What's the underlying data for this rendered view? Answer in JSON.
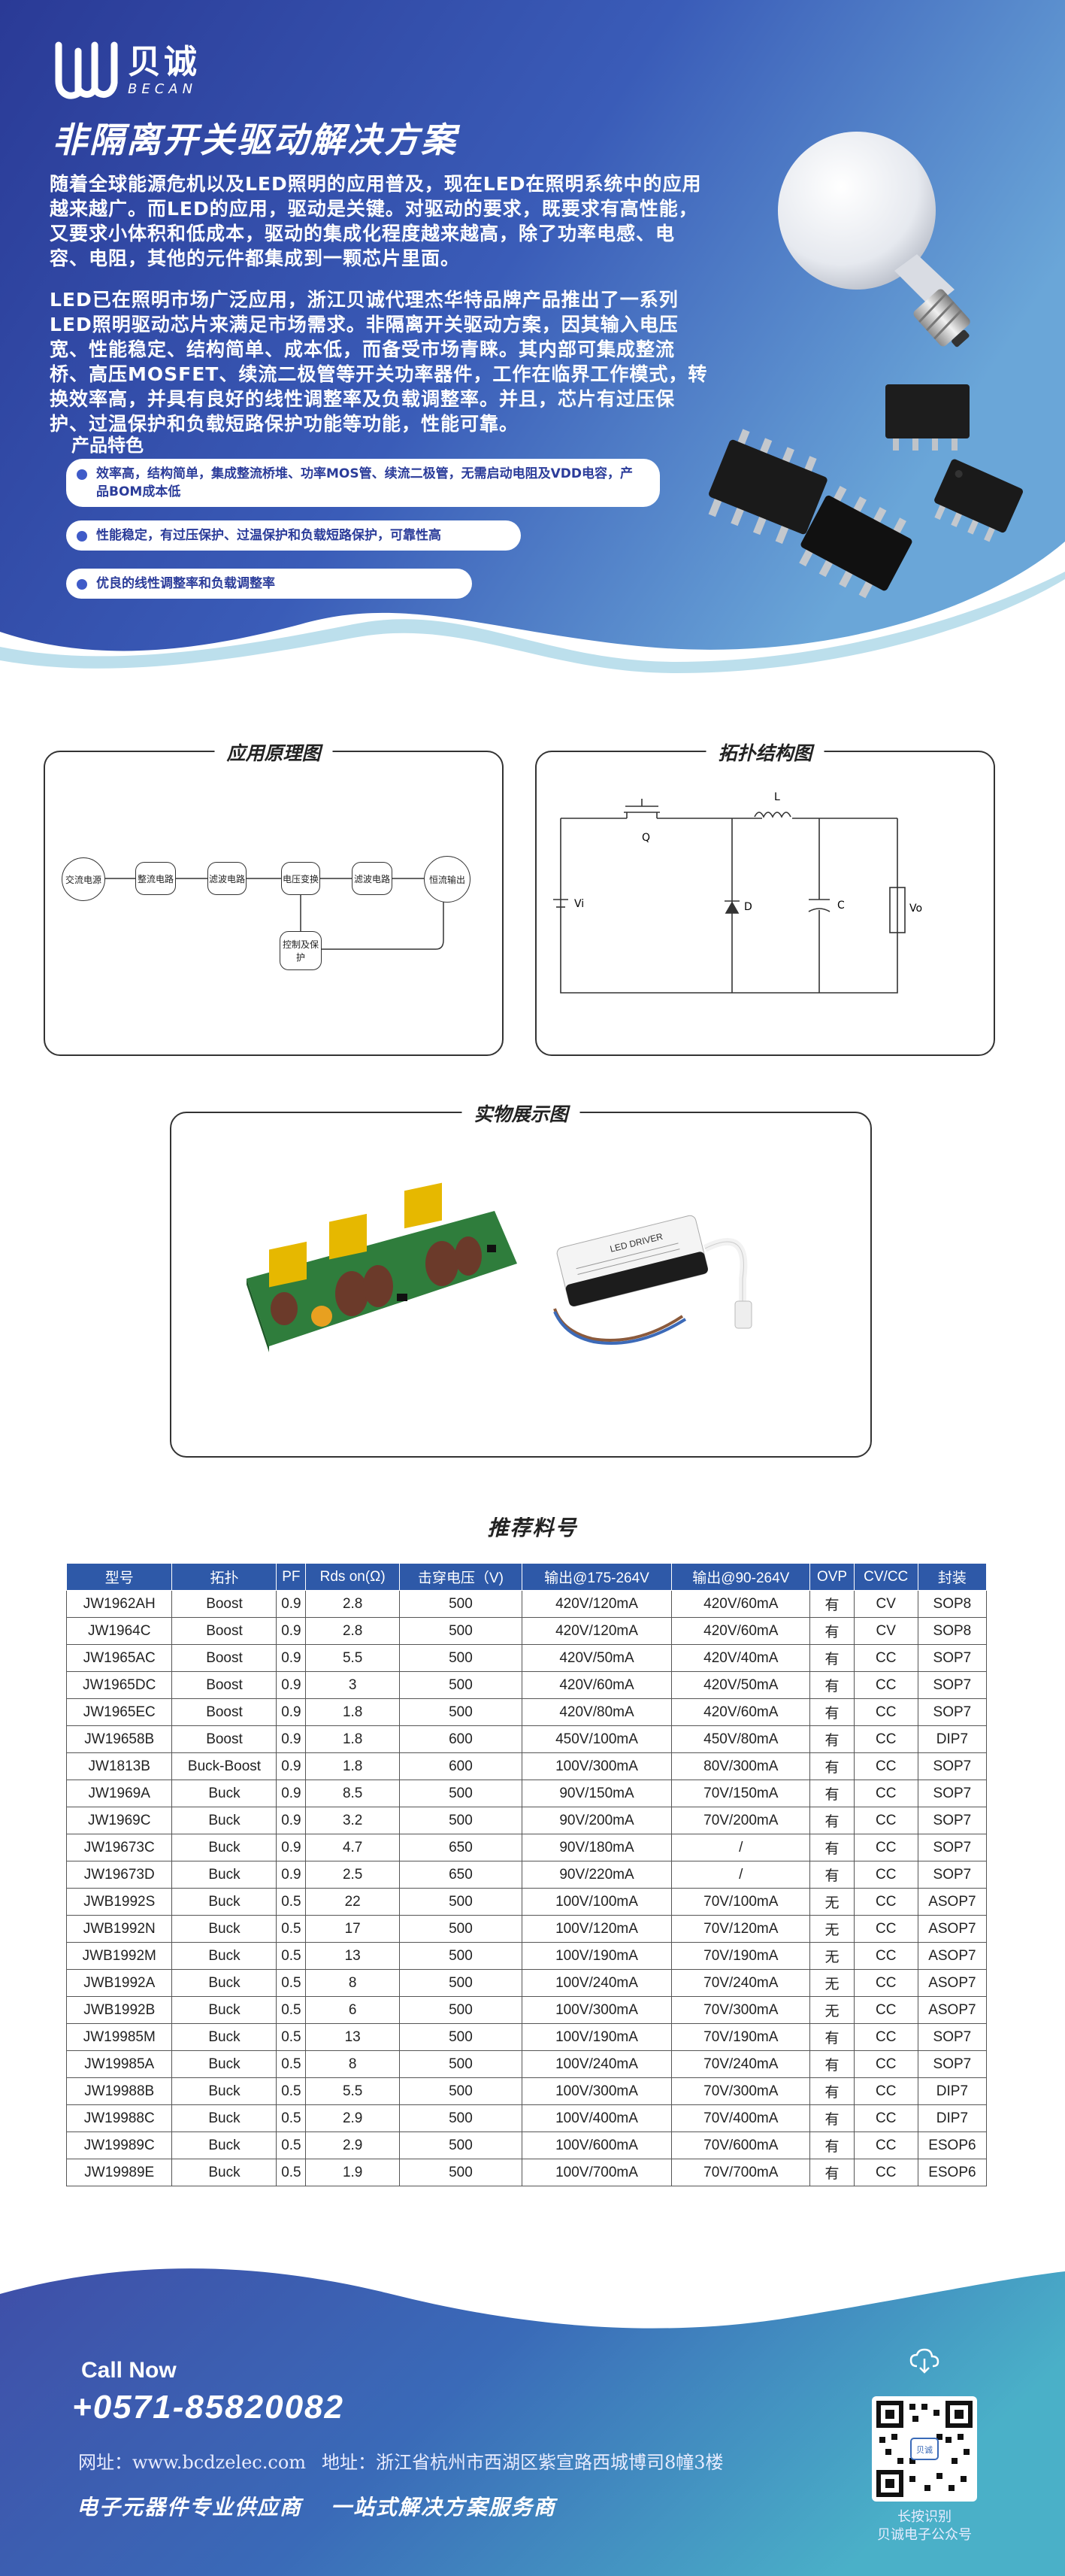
{
  "brand": {
    "name_cn": "贝诚",
    "name_en": "BECAN"
  },
  "hero": {
    "title": "非隔离开关驱动解决方案",
    "para1": "随着全球能源危机以及LED照明的应用普及，现在LED在照明系统中的应用越来越广。而LED的应用，驱动是关键。对驱动的要求，既要求有高性能，又要求小体积和低成本，驱动的集成化程度越来越高，除了功率电感、电容、电阻，其他的元件都集成到一颗芯片里面。",
    "para2": "LED已在照明市场广泛应用，浙江贝诚代理杰华特品牌产品推出了一系列LED照明驱动芯片来满足市场需求。非隔离开关驱动方案，因其输入电压宽、性能稳定、结构简单、成本低，而备受市场青睐。其内部可集成整流桥、高压MOSFET、续流二极管等开关功率器件，工作在临界工作模式，转换效率高，并具有良好的线性调整率及负载调整率。并且，芯片有过压保护、过温保护和负载短路保护功能等功能，性能可靠。",
    "features_title": "产品特色",
    "features": [
      "效率高，结构简单，集成整流桥堆、功率MOS管、续流二极管，无需启动电阻及VDD电容，产品BOM成本低",
      "性能稳定，有过压保护、过温保护和负载短路保护，可靠性高",
      "优良的线性调整率和负载调整率"
    ]
  },
  "diagram1": {
    "title": "应用原理图",
    "nodes": [
      "交流电源",
      "整流电路",
      "滤波电路",
      "电压变换",
      "滤波电路",
      "恒流输出",
      "控制及保护"
    ]
  },
  "diagram2": {
    "title": "拓扑结构图",
    "labels": {
      "q": "Q",
      "l": "L",
      "vi": "Vi",
      "d": "D",
      "c": "C",
      "vo": "Vo"
    }
  },
  "showcase": {
    "title": "实物展示图",
    "driver_label": "LED DRIVER"
  },
  "table": {
    "title": "推荐料号",
    "headers": [
      "型号",
      "拓扑",
      "PF",
      "Rds on(Ω)",
      "击穿电压（V)",
      "输出@175-264V",
      "输出@90-264V",
      "OVP",
      "CV/CC",
      "封装"
    ],
    "rows": [
      [
        "JW1962AH",
        "Boost",
        "0.9",
        "2.8",
        "500",
        "420V/120mA",
        "420V/60mA",
        "有",
        "CV",
        "SOP8"
      ],
      [
        "JW1964C",
        "Boost",
        "0.9",
        "2.8",
        "500",
        "420V/120mA",
        "420V/60mA",
        "有",
        "CV",
        "SOP8"
      ],
      [
        "JW1965AC",
        "Boost",
        "0.9",
        "5.5",
        "500",
        "420V/50mA",
        "420V/40mA",
        "有",
        "CC",
        "SOP7"
      ],
      [
        "JW1965DC",
        "Boost",
        "0.9",
        "3",
        "500",
        "420V/60mA",
        "420V/50mA",
        "有",
        "CC",
        "SOP7"
      ],
      [
        "JW1965EC",
        "Boost",
        "0.9",
        "1.8",
        "500",
        "420V/80mA",
        "420V/60mA",
        "有",
        "CC",
        "SOP7"
      ],
      [
        "JW19658B",
        "Boost",
        "0.9",
        "1.8",
        "600",
        "450V/100mA",
        "450V/80mA",
        "有",
        "CC",
        "DIP7"
      ],
      [
        "JW1813B",
        "Buck-Boost",
        "0.9",
        "1.8",
        "600",
        "100V/300mA",
        "80V/300mA",
        "有",
        "CC",
        "SOP7"
      ],
      [
        "JW1969A",
        "Buck",
        "0.9",
        "8.5",
        "500",
        "90V/150mA",
        "70V/150mA",
        "有",
        "CC",
        "SOP7"
      ],
      [
        "JW1969C",
        "Buck",
        "0.9",
        "3.2",
        "500",
        "90V/200mA",
        "70V/200mA",
        "有",
        "CC",
        "SOP7"
      ],
      [
        "JW19673C",
        "Buck",
        "0.9",
        "4.7",
        "650",
        "90V/180mA",
        "/",
        "有",
        "CC",
        "SOP7"
      ],
      [
        "JW19673D",
        "Buck",
        "0.9",
        "2.5",
        "650",
        "90V/220mA",
        "/",
        "有",
        "CC",
        "SOP7"
      ],
      [
        "JWB1992S",
        "Buck",
        "0.5",
        "22",
        "500",
        "100V/100mA",
        "70V/100mA",
        "无",
        "CC",
        "ASOP7"
      ],
      [
        "JWB1992N",
        "Buck",
        "0.5",
        "17",
        "500",
        "100V/120mA",
        "70V/120mA",
        "无",
        "CC",
        "ASOP7"
      ],
      [
        "JWB1992M",
        "Buck",
        "0.5",
        "13",
        "500",
        "100V/190mA",
        "70V/190mA",
        "无",
        "CC",
        "ASOP7"
      ],
      [
        "JWB1992A",
        "Buck",
        "0.5",
        "8",
        "500",
        "100V/240mA",
        "70V/240mA",
        "无",
        "CC",
        "ASOP7"
      ],
      [
        "JWB1992B",
        "Buck",
        "0.5",
        "6",
        "500",
        "100V/300mA",
        "70V/300mA",
        "无",
        "CC",
        "ASOP7"
      ],
      [
        "JW19985M",
        "Buck",
        "0.5",
        "13",
        "500",
        "100V/190mA",
        "70V/190mA",
        "有",
        "CC",
        "SOP7"
      ],
      [
        "JW19985A",
        "Buck",
        "0.5",
        "8",
        "500",
        "100V/240mA",
        "70V/240mA",
        "有",
        "CC",
        "SOP7"
      ],
      [
        "JW19988B",
        "Buck",
        "0.5",
        "5.5",
        "500",
        "100V/300mA",
        "70V/300mA",
        "有",
        "CC",
        "DIP7"
      ],
      [
        "JW19988C",
        "Buck",
        "0.5",
        "2.9",
        "500",
        "100V/400mA",
        "70V/400mA",
        "有",
        "CC",
        "DIP7"
      ],
      [
        "JW19989C",
        "Buck",
        "0.5",
        "2.9",
        "500",
        "100V/600mA",
        "70V/600mA",
        "有",
        "CC",
        "ESOP6"
      ],
      [
        "JW19989E",
        "Buck",
        "0.5",
        "1.9",
        "500",
        "100V/700mA",
        "70V/700mA",
        "有",
        "CC",
        "ESOP6"
      ]
    ]
  },
  "footer": {
    "call_now": "Call Now",
    "phone": "+0571-85820082",
    "website": "网址：www.bcdzelec.com",
    "address": "地址：浙江省杭州市西湖区紫宣路西城博司8幢3楼",
    "slogan1": "电子元器件专业供应商",
    "slogan2": "一站式解决方案服务商",
    "qr_caption1": "长按识别",
    "qr_caption2": "贝诚电子公众号",
    "qr_center": "贝诚"
  },
  "colors": {
    "primary": "#2e3f9e",
    "accent": "#3fa3c8",
    "table_header": "#2e59a8"
  }
}
